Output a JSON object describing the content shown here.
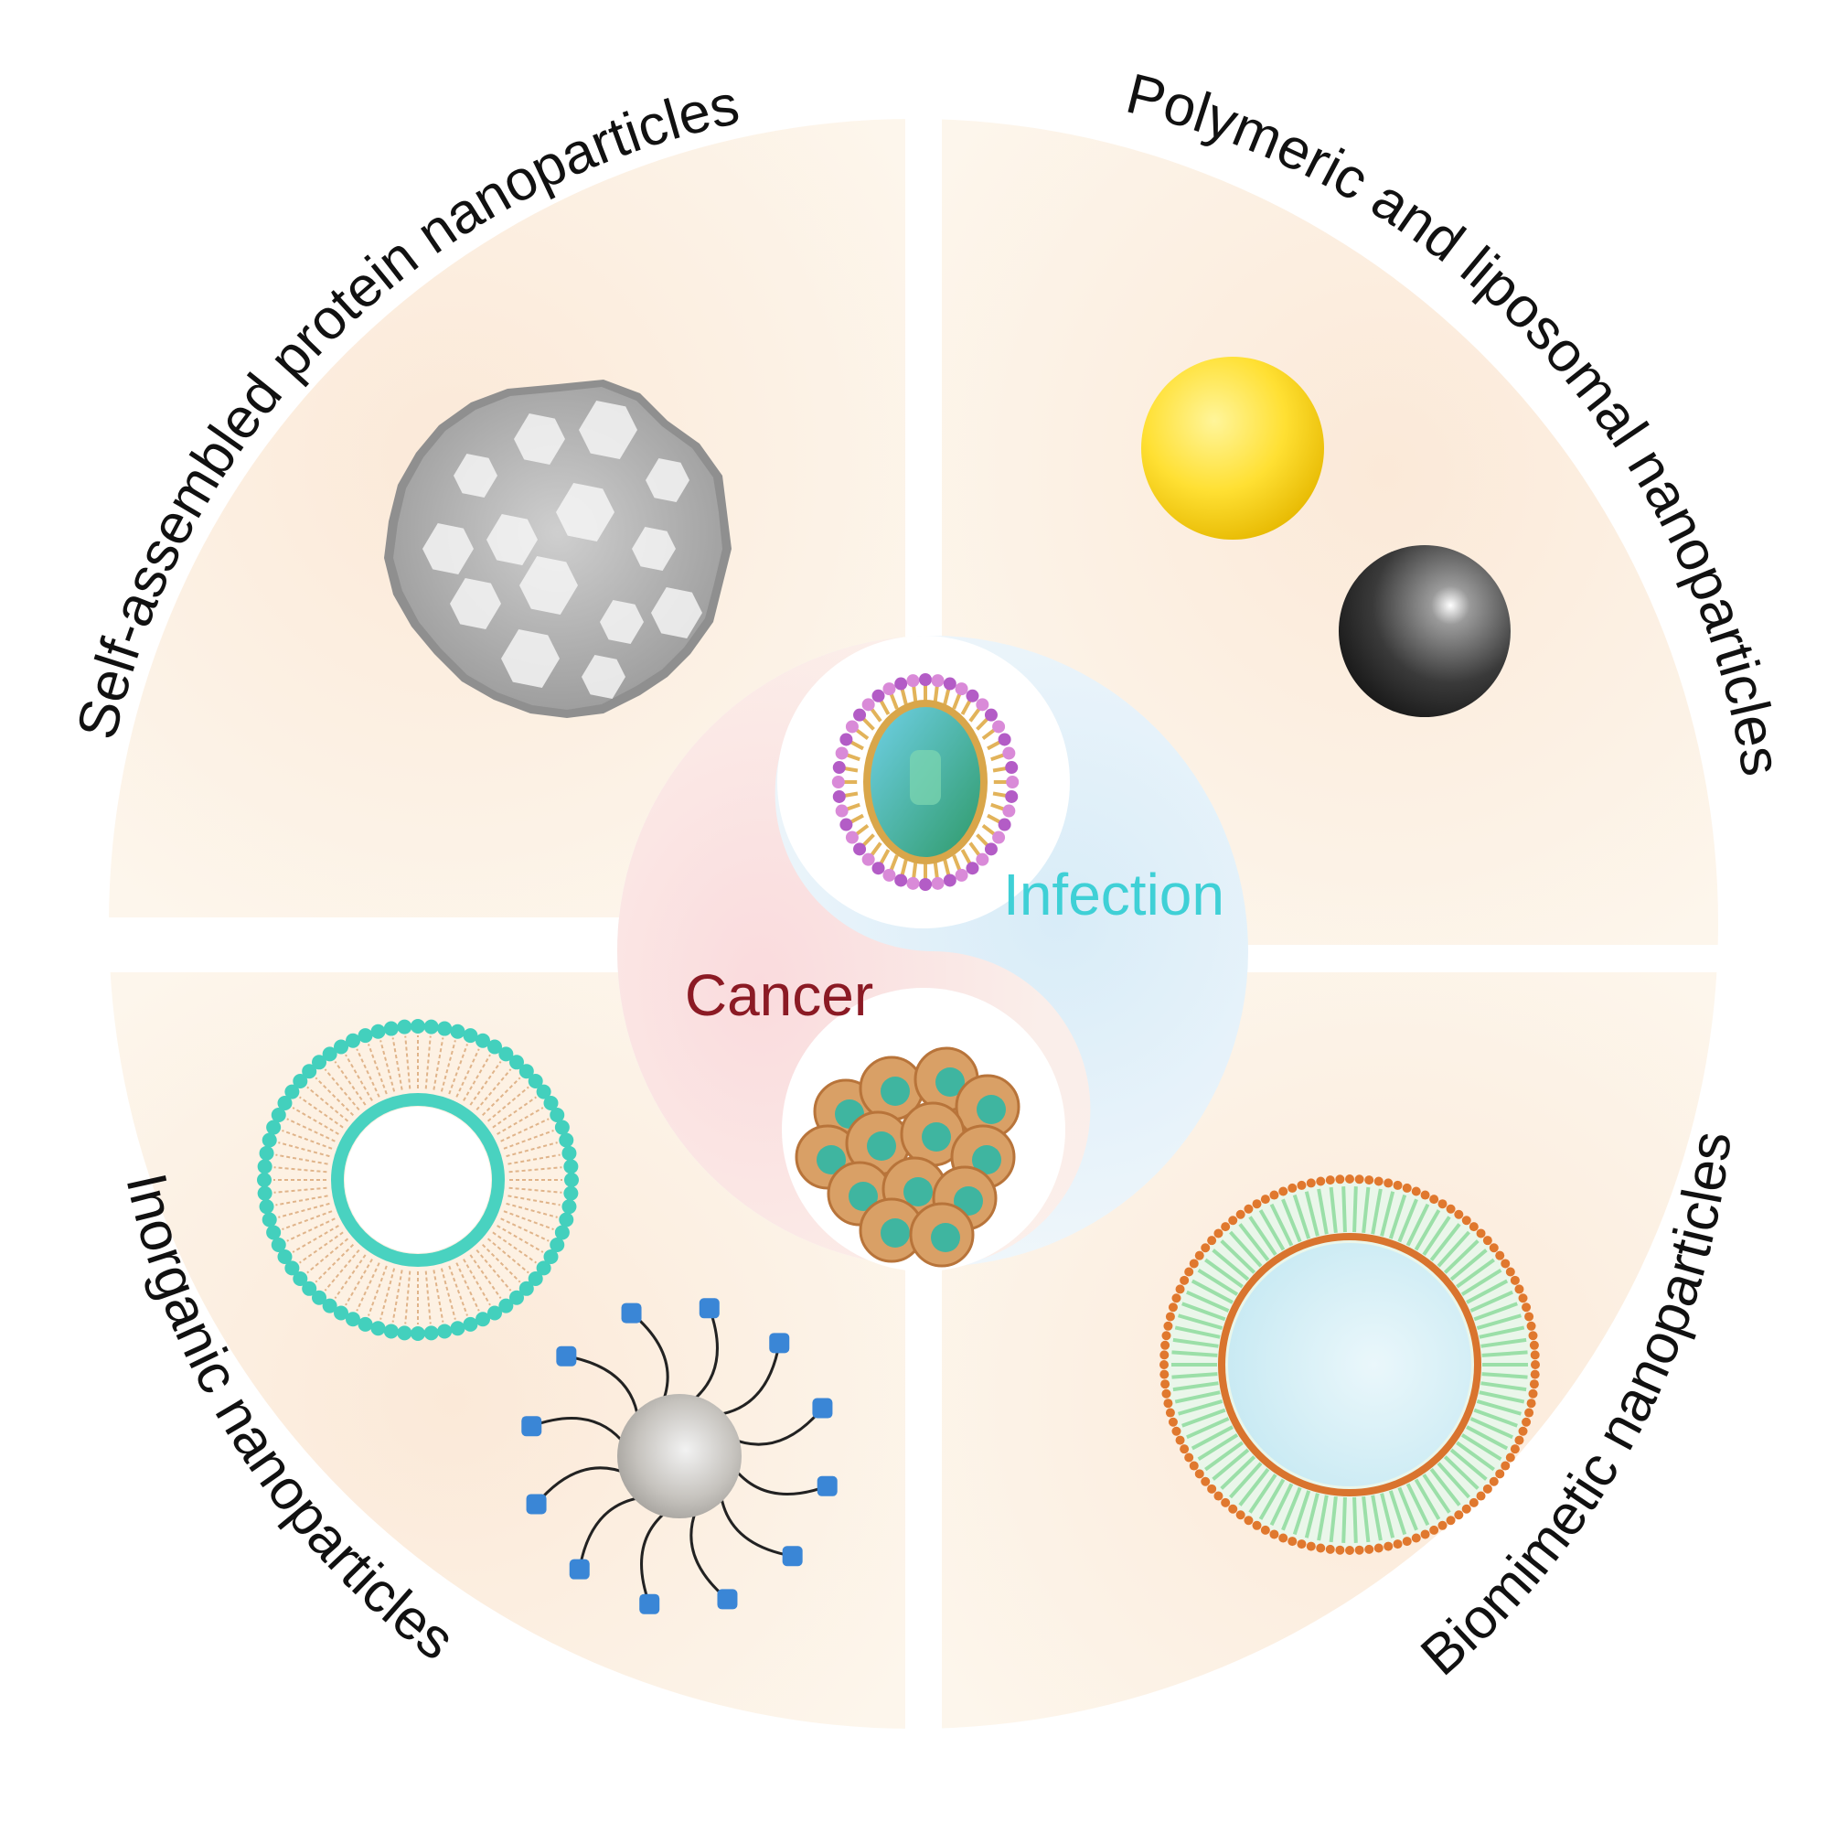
{
  "quadrants": {
    "top_left": {
      "label": "Self-assembled protein nanoparticles"
    },
    "top_right": {
      "label": "Polymeric and liposomal nanoparticles"
    },
    "bottom_left": {
      "label": "Inorganic nanoparticles"
    },
    "bottom_right": {
      "label": "Biomimetic nanoparticles"
    }
  },
  "center": {
    "infection_label": "Infection",
    "cancer_label": "Cancer"
  },
  "colors": {
    "quadrant_fill": "#fdf3e6",
    "infection_text": "#3fd0d6",
    "cancer_text": "#8b1a24",
    "label_text": "#111111"
  },
  "icons": {
    "top_left": "protein-cage-nanoparticle",
    "top_right_1": "yellow-polymeric-sphere",
    "top_right_2": "dark-liposome-sphere",
    "bottom_left_1": "liposome-bilayer",
    "bottom_left_2": "ligand-coated-inorganic-particle",
    "bottom_right": "membrane-coated-biomimetic-particle",
    "center_top": "virus",
    "center_bottom": "tumor-cell-cluster"
  }
}
